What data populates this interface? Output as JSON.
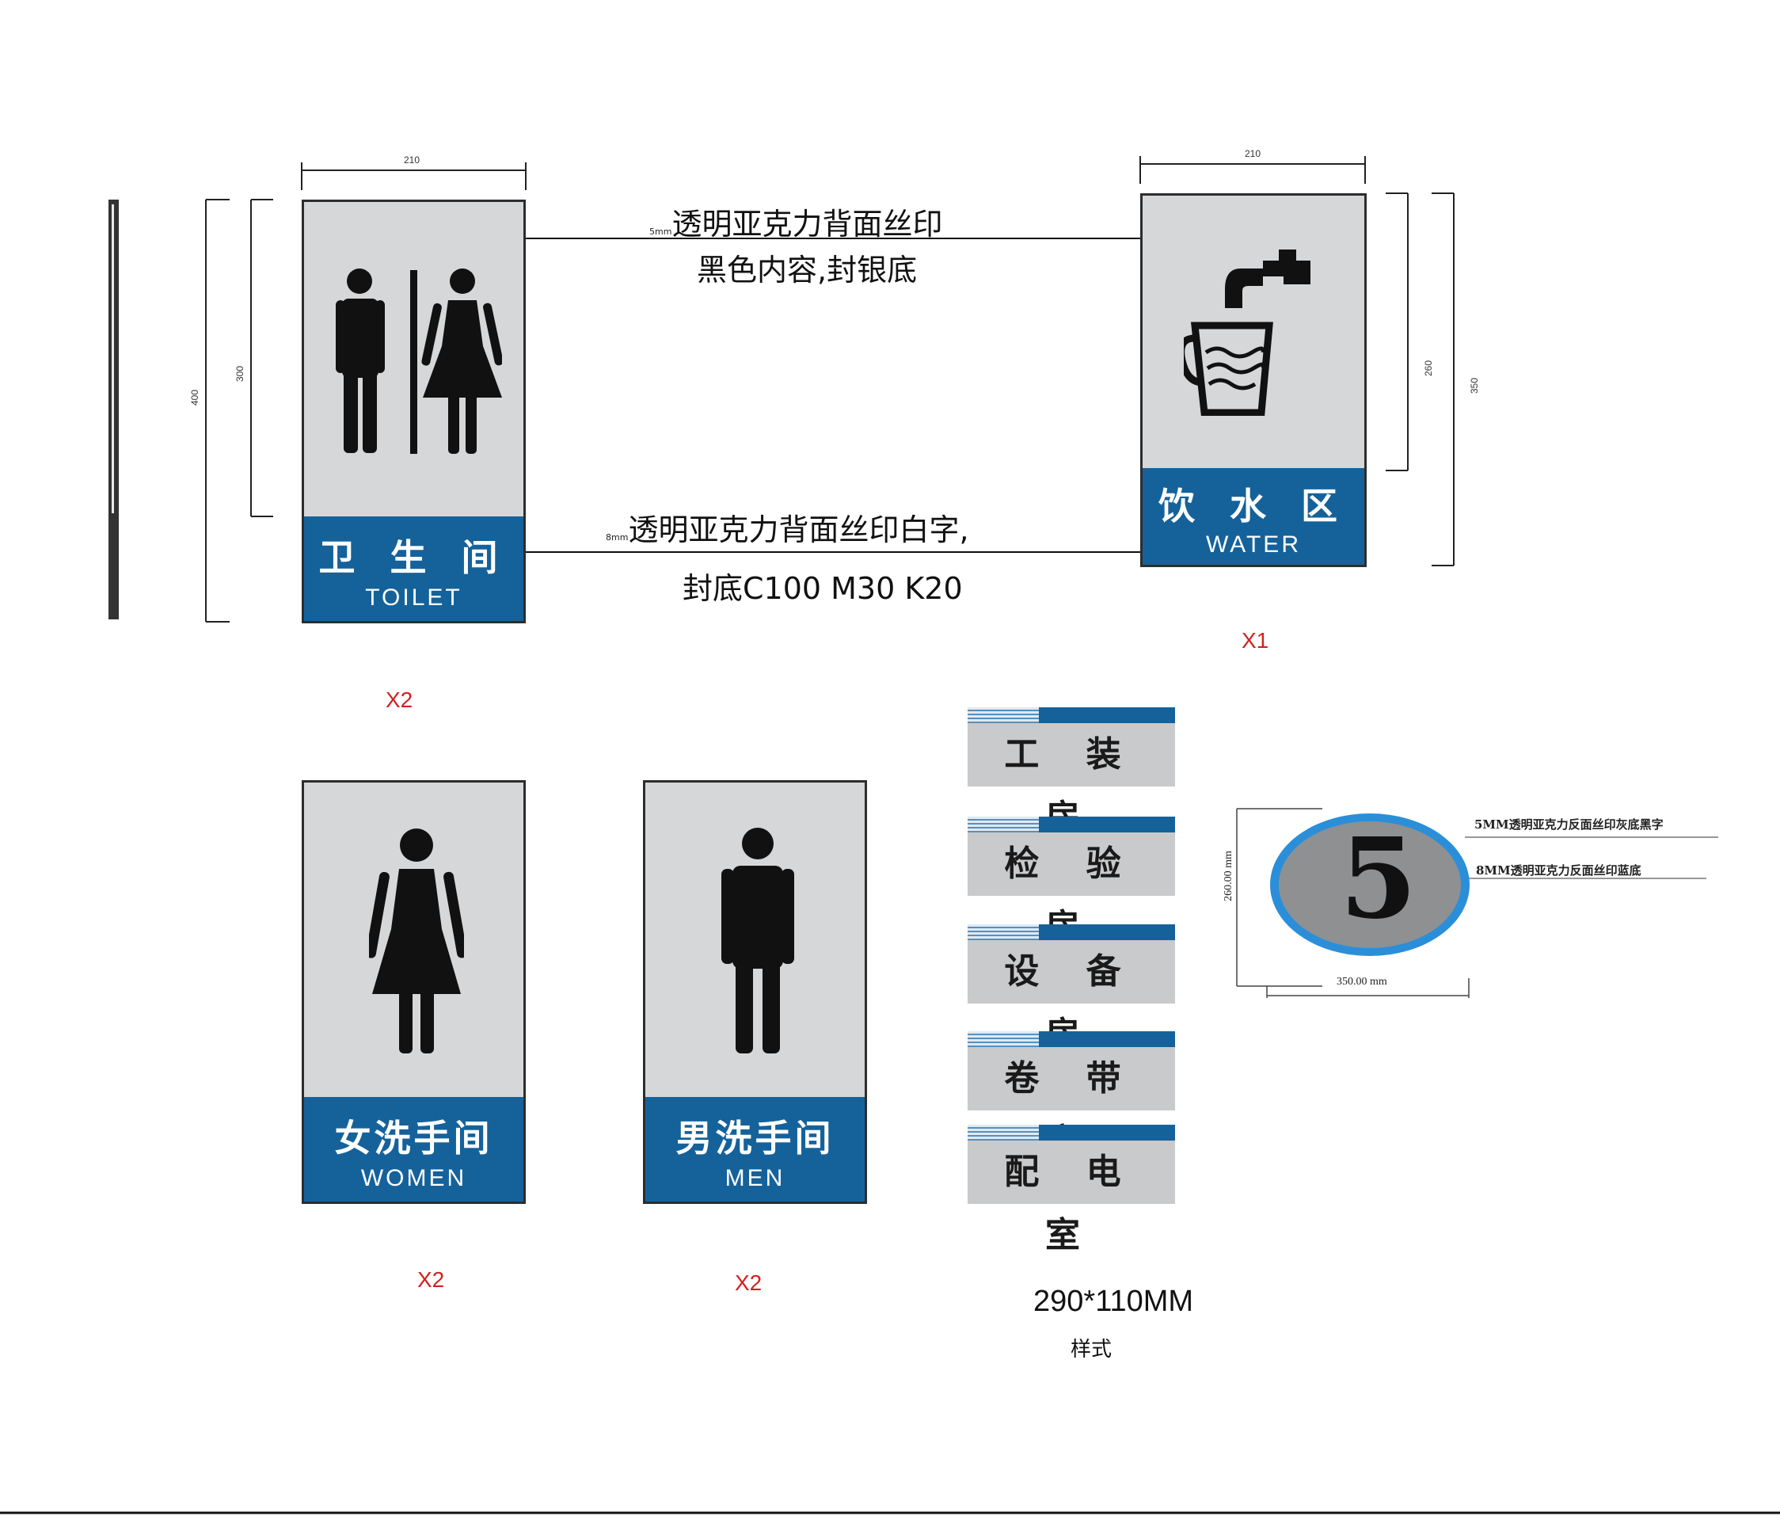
{
  "dimensions": {
    "toilet_width": "210",
    "toilet_inner_height": "300",
    "toilet_total_height": "400",
    "water_width": "210",
    "water_inner_height": "260",
    "water_total_height": "350"
  },
  "signs": {
    "toilet": {
      "cn": "卫 生 间",
      "en": "TOILET",
      "qty": "X2"
    },
    "water": {
      "cn": "饮 水 区",
      "en": "WATER",
      "qty": "X1"
    },
    "women": {
      "cn": "女洗手间",
      "en": "WOMEN",
      "qty": "X2"
    },
    "men": {
      "cn": "男洗手间",
      "en": "MEN",
      "qty": "X2"
    }
  },
  "notes": {
    "top_thickness": "5mm",
    "top_line1": "透明亚克力背面丝印",
    "top_line2": "黑色内容,封银底",
    "bottom_thickness": "8mm",
    "bottom_line1": "透明亚克力背面丝印白字,",
    "bottom_line2": "封底C100 M30 K20"
  },
  "room_plates": {
    "items": [
      "工 装 房",
      "检 验 房",
      "设 备 房",
      "卷 带 房",
      "配 电 室"
    ],
    "size": "290*110MM",
    "style_label": "样式"
  },
  "number_plate": {
    "number": "5",
    "height": "260.00 mm",
    "width": "350.00 mm",
    "note1": "5MM透明亚克力反面丝印灰底黑字",
    "note2": "8MM透明亚克力反面丝印蓝底"
  },
  "colors": {
    "band_blue": "#15629b",
    "panel_silver": "#d6d7d9",
    "qty_red": "#d12222",
    "oval_blue": "#2a8fd8"
  }
}
